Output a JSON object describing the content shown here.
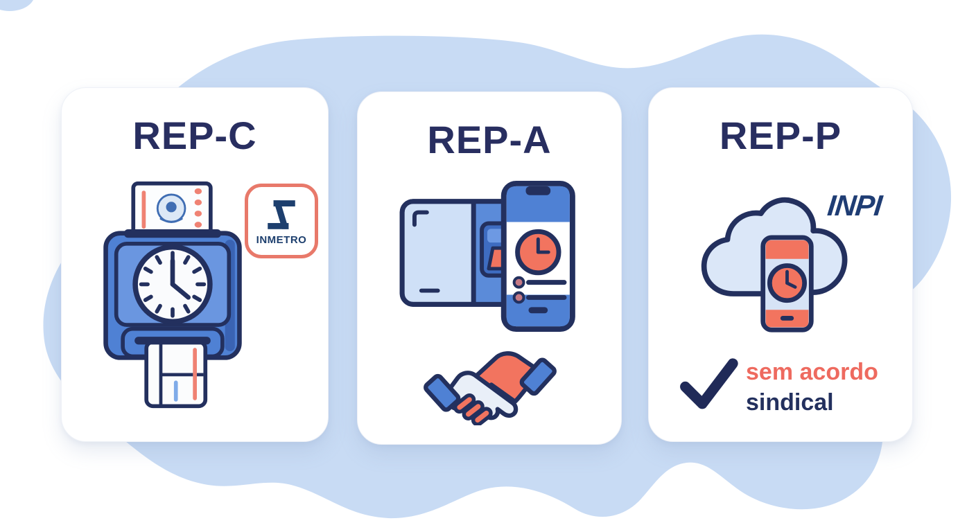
{
  "cards": [
    {
      "id": "rep-c",
      "title": "REP-C",
      "badge_label": "INMETRO"
    },
    {
      "id": "rep-a",
      "title": "REP-A"
    },
    {
      "id": "rep-p",
      "title": "REP-P",
      "logo_label": "INPI",
      "note_line1": "sem acordo",
      "note_line2": "sindical"
    }
  ],
  "icons": {
    "rep_c": [
      "paper-slip-icon",
      "punch-clock-machine-icon",
      "receipt-icon",
      "inmetro-badge-icon"
    ],
    "rep_a": [
      "biometric-terminal-icon",
      "smartphone-clock-icon",
      "handshake-icon"
    ],
    "rep_p": [
      "cloud-icon",
      "smartphone-clock-icon",
      "checkmark-icon"
    ]
  },
  "colors": {
    "background": "#ffffff",
    "blob_blue": "#c8dbf4",
    "card_white": "#ffffff",
    "outline_navy": "#23305e",
    "title_navy": "#282e60",
    "primary_blue": "#4f81d4",
    "panel_blue": "#6a96e0",
    "light_blue": "#cfe0f7",
    "coral": "#f2745f",
    "coral_text": "#ee6a5f",
    "inmetro_border_coral": "#e8796a",
    "logo_navy": "#1d3f6e"
  }
}
